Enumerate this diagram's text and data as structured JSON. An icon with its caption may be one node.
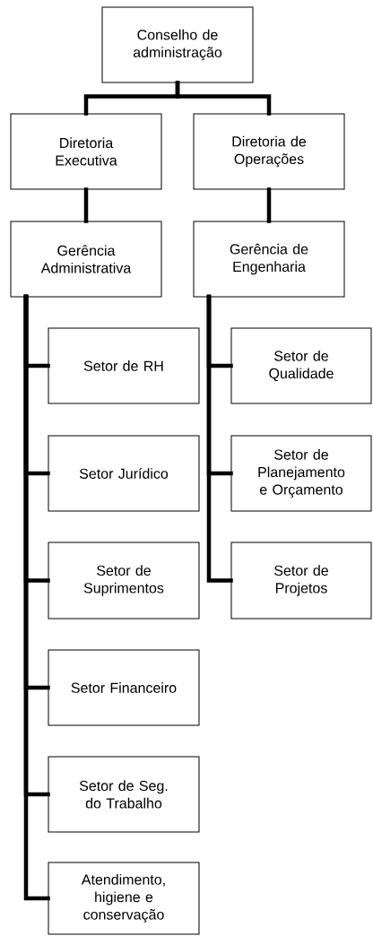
{
  "diagram": {
    "nodes": [
      {
        "text": [
          "Conselho de administração"
        ]
      },
      {
        "text": [
          "Diretoria Executiva"
        ]
      },
      {
        "text": [
          "Diretoria de Operações"
        ]
      },
      {
        "text": [
          "Gerência Administrativa"
        ]
      },
      {
        "text": [
          "Gerência de Engenharia"
        ]
      },
      {
        "text": [
          "Setor de RH"
        ]
      },
      {
        "text": [
          "Setor Jurídico"
        ]
      },
      {
        "text": [
          "Setor de Suprimentos"
        ]
      },
      {
        "text": [
          "Setor Financeiro"
        ]
      },
      {
        "text": [
          "Setor de Seg. do Trabalho"
        ]
      },
      {
        "text": [
          "Atendimento, higiene e conservação"
        ]
      },
      {
        "text": [
          "Setor de Qualidade"
        ]
      },
      {
        "text": [
          "Setor de Planejamento e Orçamento"
        ]
      },
      {
        "text": [
          "Setor de Projetos"
        ]
      }
    ],
    "edges": [
      {
        "from": 0,
        "to": 1,
        "arrow": "none"
      },
      {
        "from": 0,
        "to": 2,
        "arrow": "none"
      },
      {
        "from": 1,
        "to": 3,
        "arrow": "none"
      },
      {
        "from": 2,
        "to": 4,
        "arrow": "none"
      },
      {
        "from": 3,
        "to": 5,
        "arrow": "none"
      },
      {
        "from": 3,
        "to": 6,
        "arrow": "none"
      },
      {
        "from": 3,
        "to": 7,
        "arrow": "none"
      },
      {
        "from": 3,
        "to": 8,
        "arrow": "none"
      },
      {
        "from": 3,
        "to": 9,
        "arrow": "none"
      },
      {
        "from": 3,
        "to": 10,
        "arrow": "none"
      },
      {
        "from": 4,
        "to": 11,
        "arrow": "none"
      },
      {
        "from": 4,
        "to": 12,
        "arrow": "none"
      },
      {
        "from": 4,
        "to": 13,
        "arrow": "none"
      }
    ]
  }
}
